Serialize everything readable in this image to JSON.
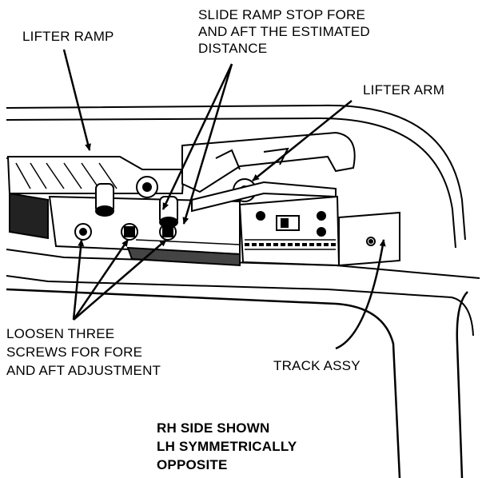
{
  "labels": {
    "lifter_ramp": "LIFTER RAMP",
    "slide_ramp_stop": [
      "SLIDE RAMP STOP FORE",
      "AND AFT THE ESTIMATED",
      "DISTANCE"
    ],
    "lifter_arm": "LIFTER ARM",
    "loosen_screws": [
      "LOOSEN THREE",
      "SCREWS FOR FORE",
      "AND AFT ADJUSTMENT"
    ],
    "track_assy": "TRACK ASSY",
    "side_note": [
      "RH SIDE SHOWN",
      "LH SYMMETRICALLY",
      "OPPOSITE"
    ]
  },
  "colors": {
    "ink": "#000000",
    "paper": "#ffffff"
  }
}
